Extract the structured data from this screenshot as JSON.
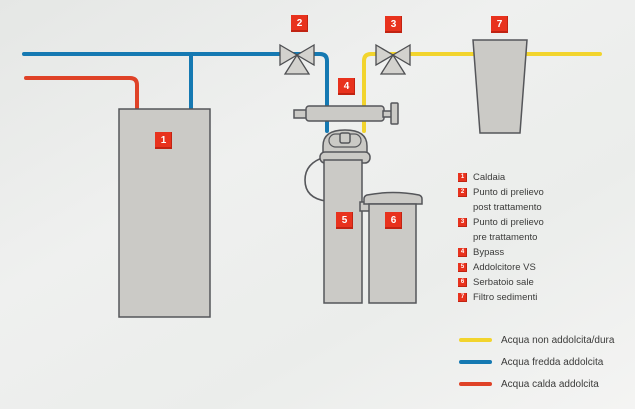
{
  "colors": {
    "hard_water": "#f2d42d",
    "cold_soft_water": "#1579b2",
    "hot_soft_water": "#df4227",
    "label_red": "#e8321d"
  },
  "diagram": {
    "badges": [
      {
        "num": "1"
      },
      {
        "num": "2"
      },
      {
        "num": "3"
      },
      {
        "num": "4"
      },
      {
        "num": "5"
      },
      {
        "num": "6"
      },
      {
        "num": "7"
      }
    ]
  },
  "legend": {
    "items": [
      {
        "num": "1",
        "label": "Caldaia"
      },
      {
        "num": "2",
        "label": "Punto di prelievo post trattamento"
      },
      {
        "num": "3",
        "label": "Punto di prelievo pre trattamento"
      },
      {
        "num": "4",
        "label": "Bypass"
      },
      {
        "num": "5",
        "label": "Addolcitore VS"
      },
      {
        "num": "6",
        "label": "Serbatoio sale"
      },
      {
        "num": "7",
        "label": "Filtro sedimenti"
      }
    ]
  },
  "pipe_legend": {
    "items": [
      {
        "label": "Acqua non addolcita/dura",
        "color": "#f2d42d"
      },
      {
        "label": "Acqua fredda addolcita",
        "color": "#1579b2"
      },
      {
        "label": "Acqua calda addolcita",
        "color": "#df4227"
      }
    ]
  }
}
